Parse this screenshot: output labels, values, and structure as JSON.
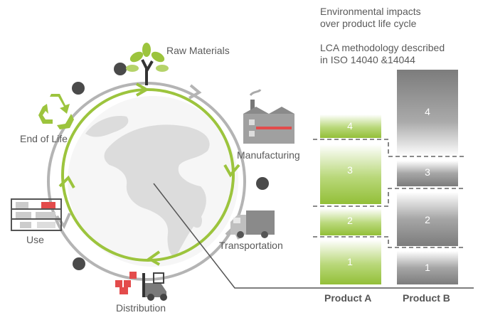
{
  "header": {
    "line1": "Environmental impacts",
    "line2": "over product life cycle",
    "line3": "LCA methodology described",
    "line4": "in ISO 14040 &14044"
  },
  "stages": {
    "raw_materials": "Raw Materials",
    "manufacturing": "Manufacturing",
    "transportation": "Transportation",
    "distribution": "Distribution",
    "use": "Use",
    "end_of_life": "End of Life"
  },
  "chart_data": {
    "type": "bar",
    "categories": [
      "Product A",
      "Product B"
    ],
    "series": [
      {
        "name": "1",
        "values": [
          1,
          1
        ]
      },
      {
        "name": "2",
        "values": [
          2,
          2
        ]
      },
      {
        "name": "3",
        "values": [
          3,
          3
        ]
      },
      {
        "name": "4",
        "values": [
          4,
          4
        ]
      }
    ],
    "segment_labels": [
      "1",
      "2",
      "3",
      "4"
    ],
    "colors": {
      "product_a": "#9cc43d",
      "product_b": "#8c8c8c"
    }
  },
  "colors": {
    "green": "#9cc43d",
    "gray_ring": "#b4b4b4",
    "dot": "#4a4a4a",
    "globe": "#d9d9d9"
  }
}
